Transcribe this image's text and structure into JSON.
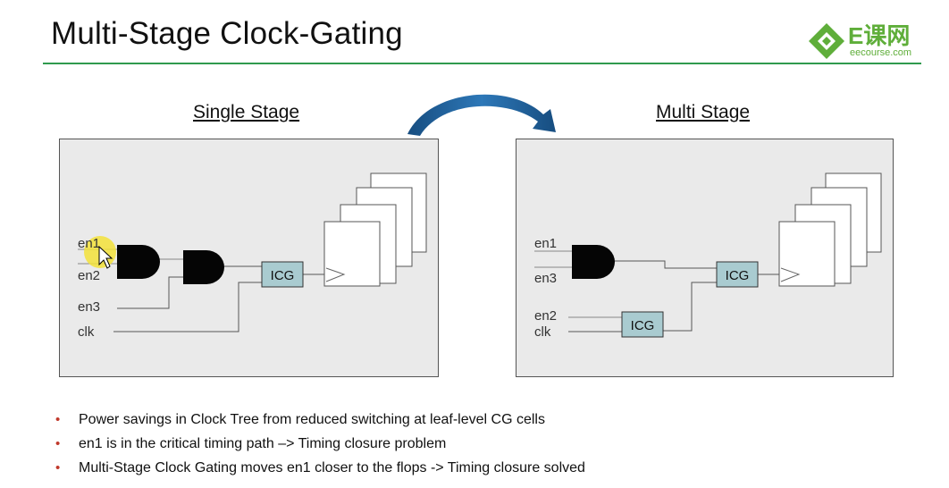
{
  "slide": {
    "title": "Multi-Stage Clock-Gating"
  },
  "logo": {
    "main": "E课网",
    "sub": "eecourse.com",
    "color": "#5fae3a"
  },
  "colors": {
    "rule": "#2f9a4e",
    "arrow": "#1f5f9a",
    "icg_fill": "#a9cbd0",
    "panel_bg": "#eaeaea",
    "bullet": "#c0392b",
    "cursor_highlight": "#f3e23a"
  },
  "single_stage": {
    "title": "Single Stage",
    "signals": {
      "en1": "en1",
      "en2": "en2",
      "en3": "en3",
      "clk": "clk"
    },
    "icg_label": "ICG"
  },
  "multi_stage": {
    "title": "Multi Stage",
    "signals": {
      "en1": "en1",
      "en3": "en3",
      "en2": "en2",
      "clk": "clk"
    },
    "icg_main_label": "ICG",
    "icg_second_label": "ICG"
  },
  "bullets": [
    "Power savings in Clock Tree from reduced switching at leaf-level CG cells",
    "en1 is in the critical timing path –> Timing closure problem",
    "Multi-Stage Clock Gating moves en1 closer to the flops -> Timing closure solved"
  ],
  "bullet_marker": "•",
  "icons": {
    "transition_arrow": "curved-arrow-icon",
    "cursor": "mouse-pointer-icon",
    "logo_mark": "diamond-logo-icon"
  }
}
